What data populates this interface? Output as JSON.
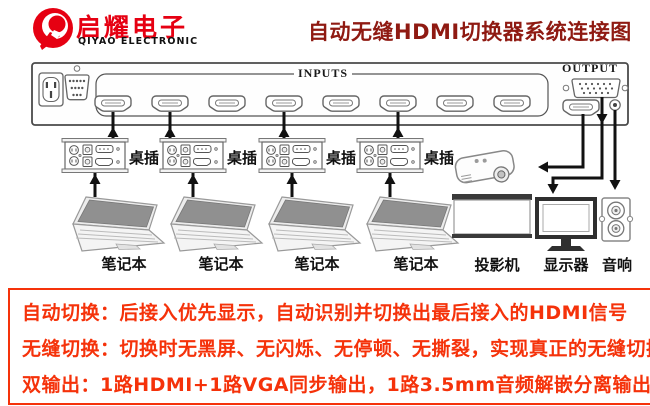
{
  "header": {
    "brand_cn": "启耀电子",
    "brand_en": "QIYAO ELECTRONIC",
    "logo_color": "#e60012",
    "title": "自动无缝HDMI切换器系统连接图",
    "title_color": "#8f1a12"
  },
  "device_panel": {
    "inputs_label": "INPUTS",
    "output_label": "OUTPUT",
    "input_port_count": 8,
    "output_ports": [
      "VGA",
      "HDMI",
      "3.5mm audio jack"
    ]
  },
  "desk_units": [
    {
      "label": "桌插"
    },
    {
      "label": "桌插"
    },
    {
      "label": "桌插"
    },
    {
      "label": "桌插"
    }
  ],
  "laptops": [
    {
      "label": "笔记本"
    },
    {
      "label": "笔记本"
    },
    {
      "label": "笔记本"
    },
    {
      "label": "笔记本"
    }
  ],
  "output_devices": {
    "projector_label": "投影机",
    "monitor_label": "显示器",
    "speaker_label": "音响"
  },
  "features": {
    "border_color": "#f5320a",
    "text_color": "#f5320a",
    "lines": [
      "自动切换：后接入优先显示，自动识别并切换出最后接入的HDMI信号",
      "无缝切换：切换时无黑屏、无闪烁、无停顿、无撕裂，实现真正的无缝切换",
      "双输出：1路HDMI+1路VGA同步输出，1路3.5mm音频解嵌分离输出"
    ]
  }
}
